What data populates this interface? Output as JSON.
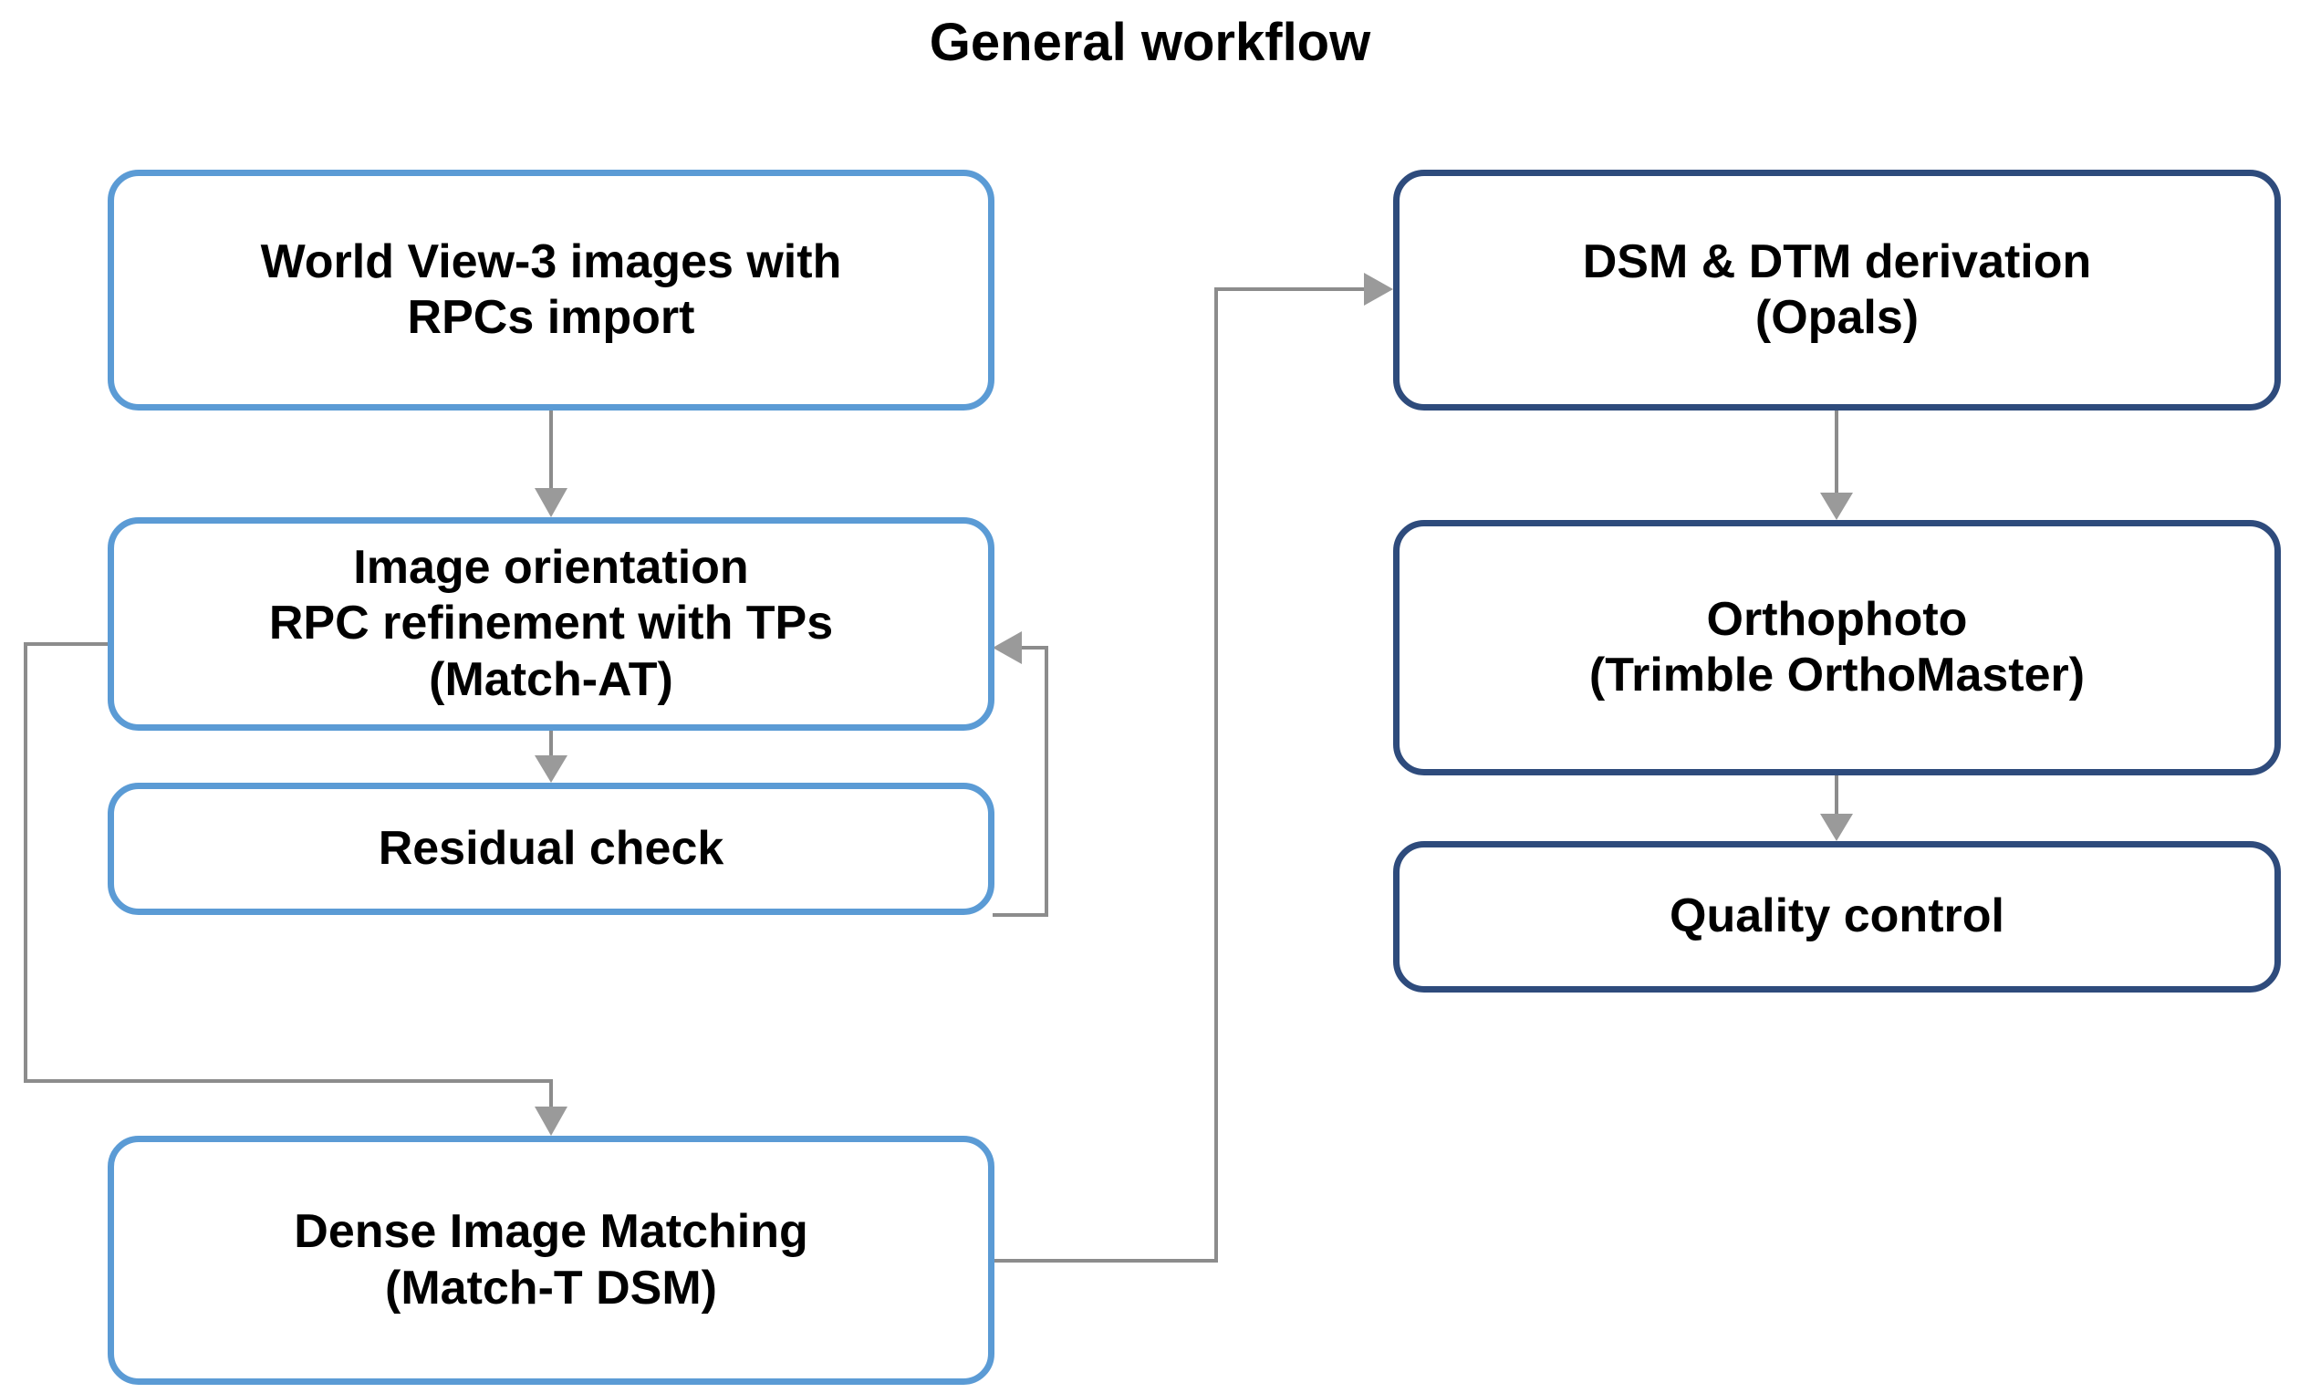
{
  "title": "General workflow",
  "colors": {
    "light_box_border": "#5B9BD5",
    "dark_box_border": "#2E4B7C",
    "connector": "#8C8C8C",
    "arrowhead": "#9A9A9A",
    "text": "#000000",
    "background": "#FFFFFF"
  },
  "nodes": [
    {
      "id": "worldview-import",
      "label": "World View-3 images with\nRPCs import",
      "style": "light",
      "column": "left"
    },
    {
      "id": "image-orientation",
      "label": "Image orientation\nRPC refinement with TPs\n(Match-AT)",
      "style": "light",
      "column": "left"
    },
    {
      "id": "residual-check",
      "label": "Residual check",
      "style": "light",
      "column": "left"
    },
    {
      "id": "dense-image-matching",
      "label": "Dense Image Matching\n(Match-T DSM)",
      "style": "light",
      "column": "left"
    },
    {
      "id": "dsm-dtm-derivation",
      "label": "DSM & DTM derivation\n(Opals)",
      "style": "dark",
      "column": "right"
    },
    {
      "id": "orthophoto",
      "label": "Orthophoto\n(Trimble OrthoMaster)",
      "style": "dark",
      "column": "right"
    },
    {
      "id": "quality-control",
      "label": "Quality control",
      "style": "dark",
      "column": "right"
    }
  ],
  "edges": [
    {
      "id": "e1",
      "from": "worldview-import",
      "to": "image-orientation",
      "kind": "straight-down"
    },
    {
      "id": "e2",
      "from": "image-orientation",
      "to": "residual-check",
      "kind": "straight-down"
    },
    {
      "id": "e3",
      "from": "residual-check",
      "to": "image-orientation",
      "kind": "feedback-right"
    },
    {
      "id": "e4",
      "from": "image-orientation",
      "to": "dense-image-matching",
      "kind": "bypass-left"
    },
    {
      "id": "e5",
      "from": "dense-image-matching",
      "to": "dsm-dtm-derivation",
      "kind": "cross-column"
    },
    {
      "id": "e6",
      "from": "dsm-dtm-derivation",
      "to": "orthophoto",
      "kind": "straight-down"
    },
    {
      "id": "e7",
      "from": "orthophoto",
      "to": "quality-control",
      "kind": "straight-down"
    }
  ]
}
